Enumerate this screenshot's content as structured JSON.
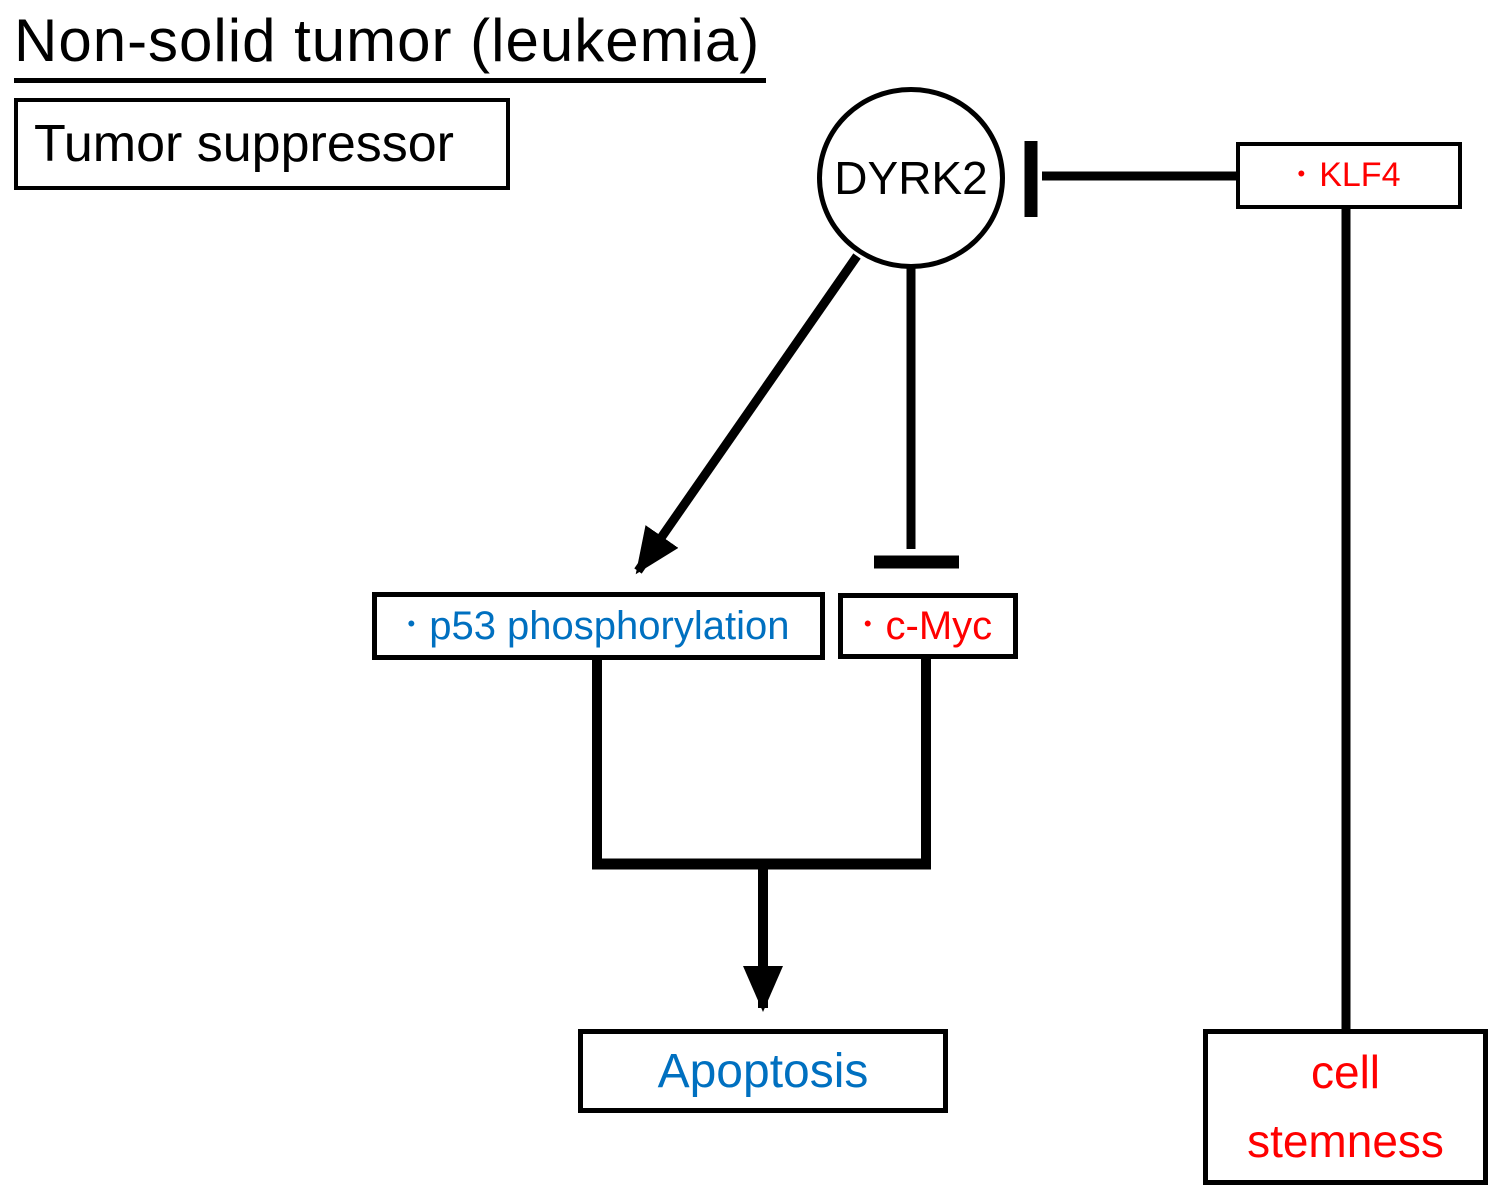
{
  "title": "Non-solid tumor (leukemia)",
  "legend": {
    "label": "Tumor suppressor"
  },
  "bullet_glyph": "•",
  "colors": {
    "black": "#000000",
    "red": "#ff0000",
    "blue": "#0070c0",
    "background": "#ffffff"
  },
  "nodes": {
    "dyrk2": {
      "label": "DYRK2",
      "shape": "circle",
      "color": "#000000"
    },
    "klf4": {
      "label": "KLF4",
      "color": "#ff0000"
    },
    "p53": {
      "label": "p53 phosphorylation",
      "color": "#0070c0"
    },
    "cmyc": {
      "label": "c-Myc",
      "color": "#ff0000"
    },
    "apoptosis": {
      "label": "Apoptosis",
      "color": "#0070c0"
    },
    "stemness": {
      "label": "cell stemness",
      "color": "#ff0000"
    }
  },
  "edges": [
    {
      "from": "KLF4",
      "to": "DYRK2",
      "type": "inhibition"
    },
    {
      "from": "DYRK2",
      "to": "p53 phosphorylation",
      "type": "activation"
    },
    {
      "from": "DYRK2",
      "to": "c-Myc",
      "type": "inhibition"
    },
    {
      "from": "p53 phosphorylation",
      "to": "Apoptosis",
      "type": "activation"
    },
    {
      "from": "c-Myc",
      "to": "Apoptosis",
      "type": "activation"
    },
    {
      "from": "KLF4",
      "to": "cell stemness",
      "type": "link"
    }
  ]
}
